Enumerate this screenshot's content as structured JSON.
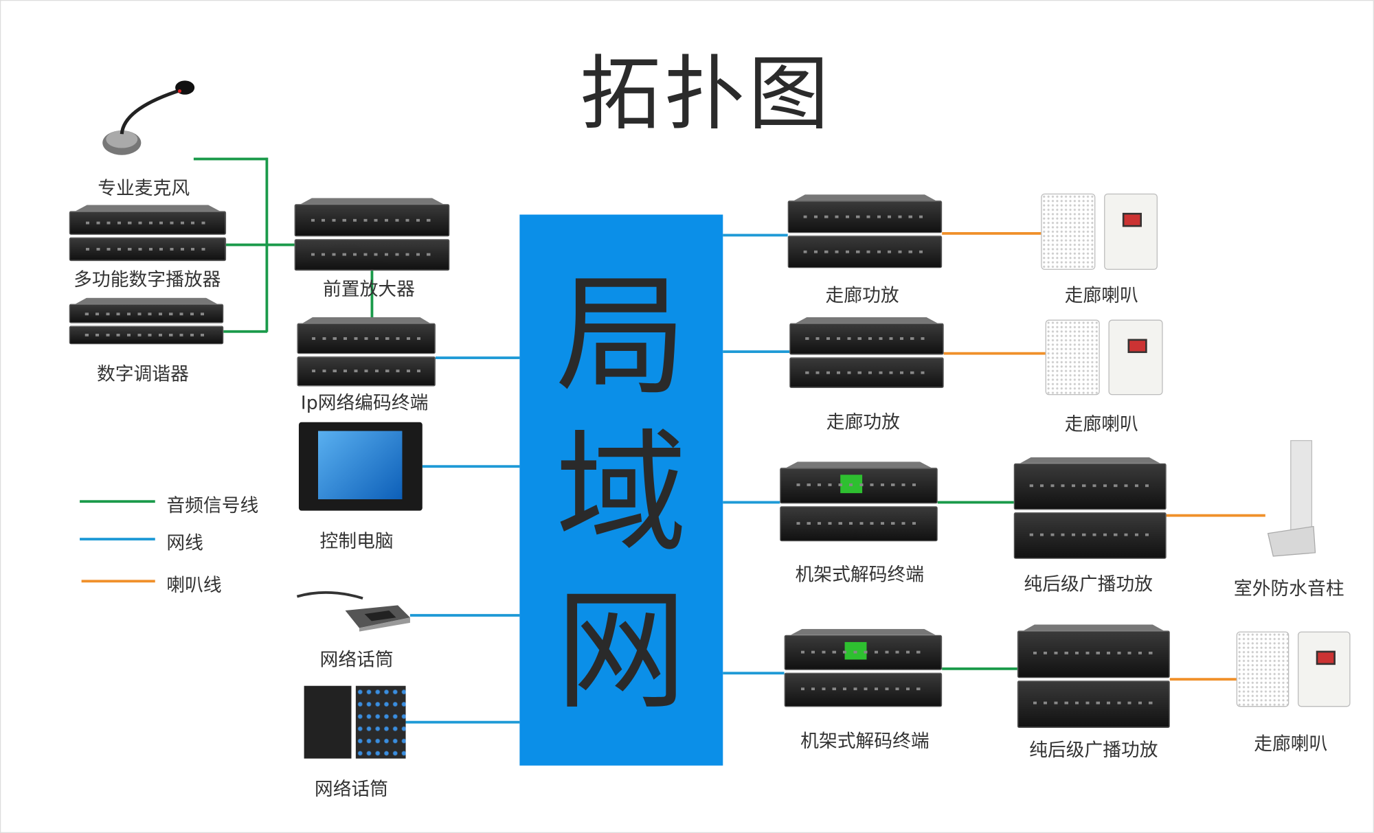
{
  "title": "拓扑图",
  "lan": {
    "chars": [
      "局",
      "域",
      "网"
    ],
    "color": "#0b8fe8"
  },
  "legend": [
    {
      "label": "音频信号线",
      "color": "#1a9a4a"
    },
    {
      "label": "网线",
      "color": "#1e9ad6"
    },
    {
      "label": "喇叭线",
      "color": "#f0902a"
    }
  ],
  "left_devices": {
    "mic": "专业麦克风",
    "player": "多功能数字播放器",
    "tuner": "数字调谐器",
    "preamp": "前置放大器",
    "encoder": "Ip网络编码终端",
    "pc": "控制电脑",
    "net_mic": "网络话筒",
    "net_panel": "网络话筒"
  },
  "right_devices": {
    "amp1": "走廊功放",
    "spk1": "走廊喇叭",
    "amp2": "走廊功放",
    "spk2": "走廊喇叭",
    "dec1": "机架式解码终端",
    "pamp1": "纯后级广播功放",
    "col": "室外防水音柱",
    "dec2": "机架式解码终端",
    "pamp2": "纯后级广播功放",
    "spk3": "走廊喇叭"
  }
}
